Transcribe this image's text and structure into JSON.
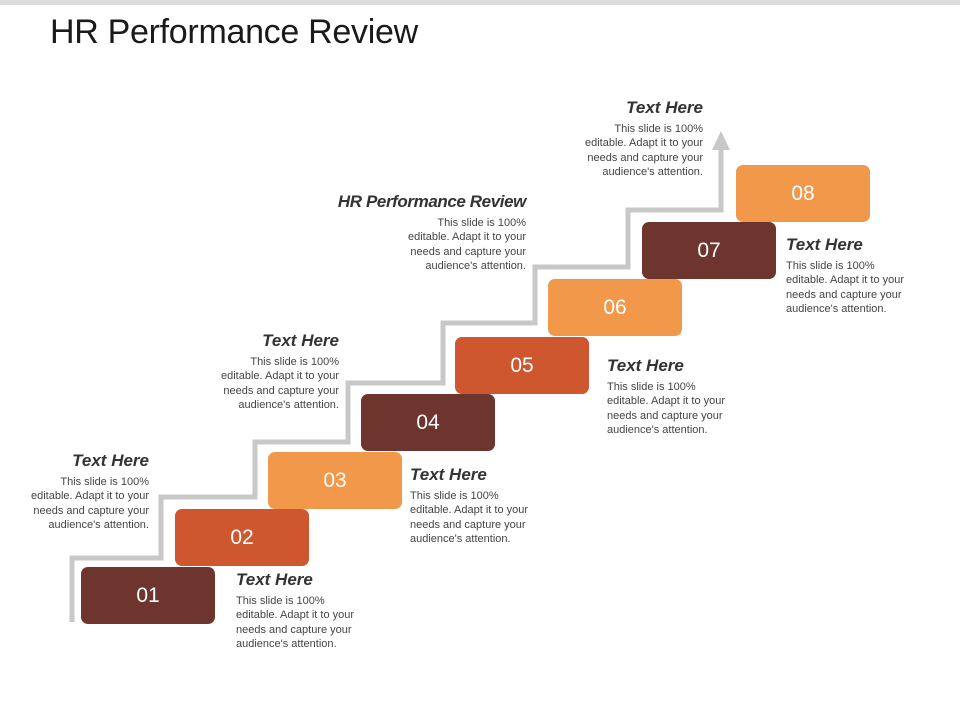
{
  "slide": {
    "title": "HR Performance Review"
  },
  "colors": {
    "dark_brown": "#6e342e",
    "red_orange": "#cf5730",
    "orange": "#f2984a",
    "stair_line": "#c8c8c8"
  },
  "steps": [
    {
      "label": "01",
      "color": "#6e342e"
    },
    {
      "label": "02",
      "color": "#cf5730"
    },
    {
      "label": "03",
      "color": "#f2984a"
    },
    {
      "label": "04",
      "color": "#6e342e"
    },
    {
      "label": "05",
      "color": "#cf5730"
    },
    {
      "label": "06",
      "color": "#f2984a"
    },
    {
      "label": "07",
      "color": "#6e342e"
    },
    {
      "label": "08",
      "color": "#f2984a"
    }
  ],
  "blocks": [
    {
      "title": "Text Here",
      "body": "This slide is 100% editable. Adapt it to your needs and capture your audience's attention."
    },
    {
      "title": "Text Here",
      "body": "This slide is 100% editable. Adapt it to your needs and capture your audience's attention."
    },
    {
      "title": "Text Here",
      "body": "This slide is 100% editable. Adapt it to your needs and capture your audience's attention."
    },
    {
      "title": "Text Here",
      "body": "This slide is 100% editable. Adapt it to your needs and capture your audience's attention."
    },
    {
      "title": "HR Performance Review",
      "body": "This slide is 100% editable. Adapt it to your needs and capture your audience's attention."
    },
    {
      "title": "Text Here",
      "body": "This slide is 100% editable. Adapt it to your needs and capture your audience's attention."
    },
    {
      "title": "Text Here",
      "body": "This slide is 100% editable. Adapt it to your needs and capture your audience's attention."
    },
    {
      "title": "Text Here",
      "body": "This slide is 100% editable. Adapt it to your needs and capture your audience's attention."
    }
  ]
}
